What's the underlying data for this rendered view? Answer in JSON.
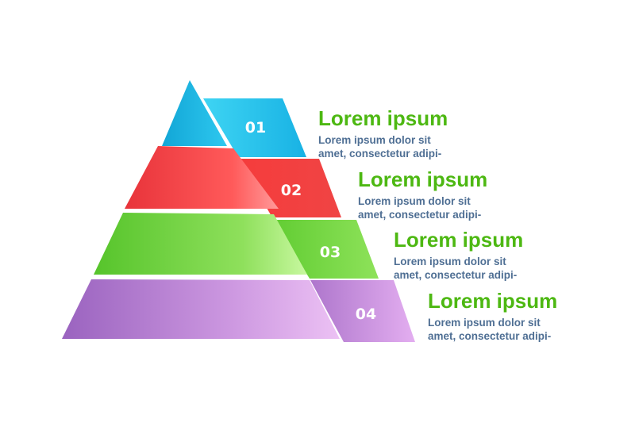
{
  "steps": [
    {
      "number": "01",
      "title": "Lorem ipsum",
      "desc_line1": "Lorem ipsum dolor sit",
      "desc_line2": "amet, consectetur adipi-",
      "color_main": "#17b3df",
      "color_light": "#3fd7f3"
    },
    {
      "number": "02",
      "title": "Lorem ipsum",
      "desc_line1": "Lorem ipsum dolor sit",
      "desc_line2": "amet, consectetur adipi-",
      "color_main": "#ef3a3a",
      "color_light": "#ff7b7b"
    },
    {
      "number": "03",
      "title": "Lorem ipsum",
      "desc_line1": "Lorem ipsum dolor sit",
      "desc_line2": "amet, consectetur adipi-",
      "color_main": "#5cc730",
      "color_light": "#a7ee72"
    },
    {
      "number": "04",
      "title": "Lorem ipsum",
      "desc_line1": "Lorem ipsum dolor sit",
      "desc_line2": "amet, consectetur adipi-",
      "color_main": "#9c62be",
      "color_light": "#e4b1ee"
    }
  ],
  "colors": {
    "title_green": "#4db812",
    "desc_blue": "#4f6f94"
  }
}
